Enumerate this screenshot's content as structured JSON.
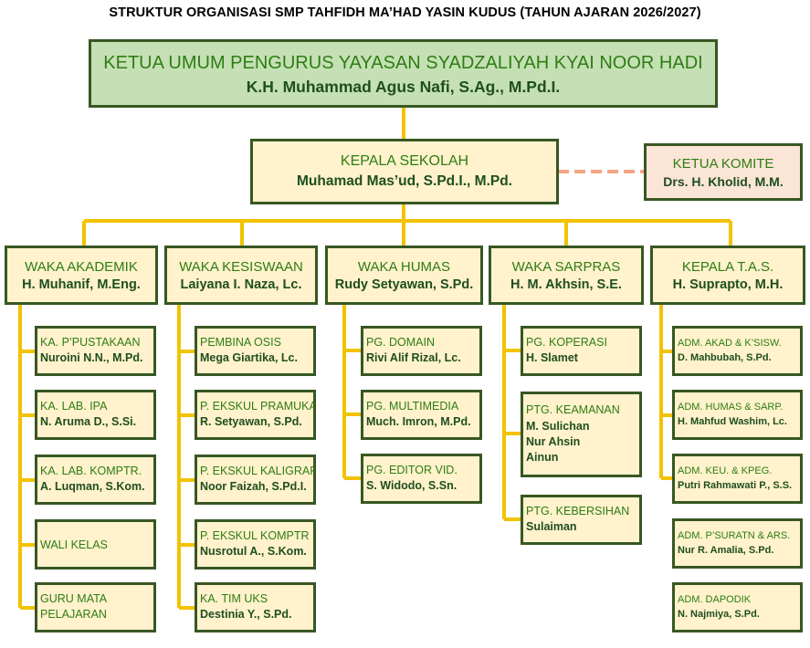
{
  "title": "STRUKTUR ORGANISASI SMP TAHFIDH MA’HAD YASIN KUDUS (TAHUN AJARAN 2026/2027)",
  "colors": {
    "border": "#385723",
    "box_fill": "#fff2cc",
    "top_fill": "#c5e0b4",
    "committee_fill": "#fbe5d6",
    "connector": "#f2c200",
    "dashed": "#f4a582",
    "role_text": "#2e7d14",
    "name_text": "#1f4e1f"
  },
  "top": {
    "role": "KETUA UMUM PENGURUS YAYASAN SYADZALIYAH KYAI NOOR HADI",
    "name": "K.H. Muhammad Agus Nafi, S.Ag., M.Pd.I."
  },
  "principal": {
    "role": "KEPALA SEKOLAH",
    "name": "Muhamad Mas’ud, S.Pd.I., M.Pd."
  },
  "committee": {
    "role": "KETUA KOMITE",
    "name": "Drs. H. Kholid, M.M."
  },
  "departments": [
    {
      "role": "WAKA AKADEMIK",
      "name": "H. Muhanif, M.Eng.",
      "children": [
        {
          "role": "KA. P’PUSTAKAAN",
          "name": "Nuroini N.N., M.Pd."
        },
        {
          "role": "KA. LAB.  IPA",
          "name": "N. Aruma D., S.Si."
        },
        {
          "role": "KA. LAB.  KOMPTR.",
          "name": "A. Luqman, S.Kom."
        },
        {
          "role": "WALI KELAS"
        },
        {
          "role": "GURU MATA",
          "role2": "PELAJARAN"
        }
      ]
    },
    {
      "role": "WAKA KESISWAAN",
      "name": "Laiyana I. Naza, Lc.",
      "children": [
        {
          "role": "PEMBINA OSIS",
          "name": "Mega Giartika, Lc."
        },
        {
          "role": "P. EKSKUL PRAMUKA",
          "name": "R. Setyawan, S.Pd."
        },
        {
          "role": "P. EKSKUL KALIGRAFI",
          "name": "Noor Faizah, S.Pd.I."
        },
        {
          "role": "P. EKSKUL KOMPTR",
          "name": "Nusrotul A., S.Kom."
        },
        {
          "role": "KA. TIM UKS",
          "name": "Destinia Y., S.Pd."
        }
      ]
    },
    {
      "role": "WAKA HUMAS",
      "name": "Rudy Setyawan, S.Pd.",
      "children": [
        {
          "role": "PG. DOMAIN",
          "name": "Rivi Alif Rizal, Lc."
        },
        {
          "role": "PG. MULTIMEDIA",
          "name": "Much. Imron, M.Pd."
        },
        {
          "role": "PG. EDITOR VID.",
          "name": "S. Widodo, S.Sn."
        }
      ]
    },
    {
      "role": "WAKA SARPRAS",
      "name": "H. M. Akhsin, S.E.",
      "children": [
        {
          "role": "PG. KOPERASI",
          "name": "H. Slamet"
        },
        {
          "role": "PTG. KEAMANAN",
          "name": "M. Sulichan",
          "name2": "Nur Ahsin",
          "name3": "Ainun"
        },
        {
          "role": "PTG. KEBERSIHAN",
          "name": "Sulaiman"
        }
      ]
    },
    {
      "role": "KEPALA T.A.S.",
      "name": "H. Suprapto, M.H.",
      "children": [
        {
          "role": "ADM. AKAD & K’SISW.",
          "name": "D. Mahbubah, S.Pd."
        },
        {
          "role": "ADM. HUMAS & SARP.",
          "name": "H. Mahfud Washim, Lc."
        },
        {
          "role": "ADM. KEU. & KPEG.",
          "name": "Putri Rahmawati P., S.S."
        },
        {
          "role": "ADM. P’SURATN & ARS.",
          "name": "Nur R. Amalia, S.Pd."
        },
        {
          "role": "ADM. DAPODIK",
          "name": "N. Najmiya, S.Pd."
        }
      ]
    }
  ]
}
